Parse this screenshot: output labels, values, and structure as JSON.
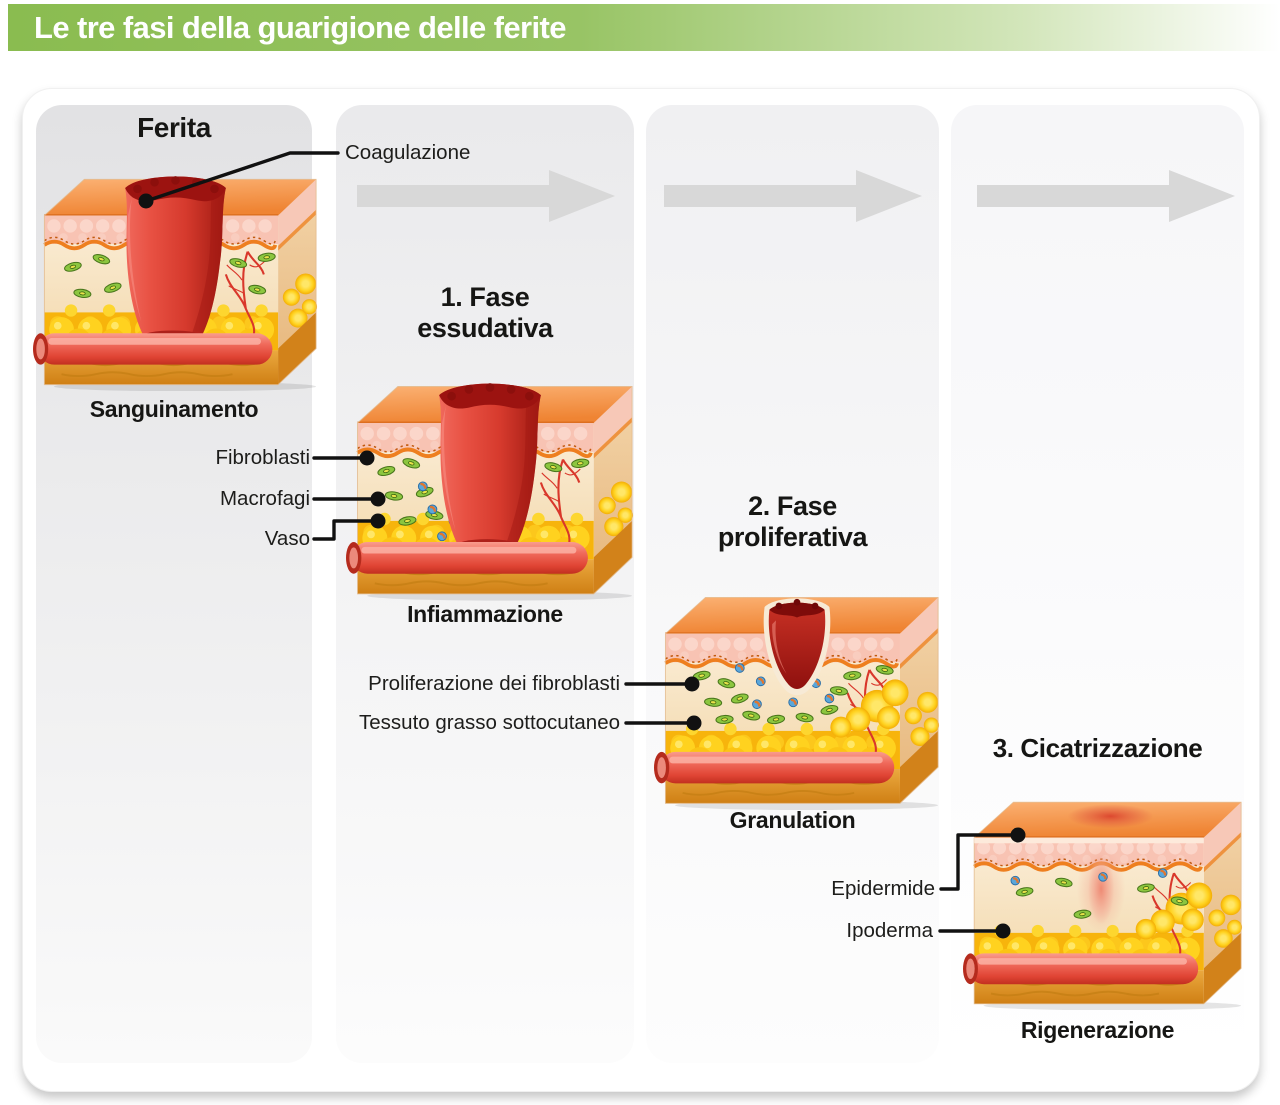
{
  "header": {
    "title": "Le tre fasi della guarigione delle ferite"
  },
  "panels": [
    {
      "heading_lines": [
        "Ferita"
      ],
      "caption": "Sanguinamento"
    },
    {
      "heading_lines": [
        "1. Fase",
        "essudativa"
      ],
      "caption": "Infiammazione"
    },
    {
      "heading_lines": [
        "2. Fase",
        "proliferativa"
      ],
      "caption": "Granulation"
    },
    {
      "heading_lines": [
        "3. Cicatrizzazione"
      ],
      "caption": "Rigenerazione"
    }
  ],
  "callouts": {
    "coagulazione": "Coagulazione",
    "fibroblasti": "Fibroblasti",
    "macrofagi": "Macrofagi",
    "vaso": "Vaso",
    "proliferazione_fibroblasti": "Proliferazione dei fibroblasti",
    "tessuto_grasso": "Tessuto grasso sottocutaneo",
    "epidermide": "Epidermide",
    "ipoderma": "Ipoderma"
  },
  "colors": {
    "header_green": "#8abc50",
    "arrow_gray": "#d8d8d8",
    "text_dark": "#1d1d1b",
    "skin_orange": "#ef8433",
    "epidermis_pink": "#f8c3b3",
    "dermis_cream": "#f8e6c6",
    "fat_yellow": "#ffd21f",
    "vessel_red": "#e04434",
    "wound_red": "#d63a2d",
    "fibroblast_green": "#8cc63f",
    "macrophage_blue": "#5aa7da",
    "callout_black": "#111111"
  }
}
